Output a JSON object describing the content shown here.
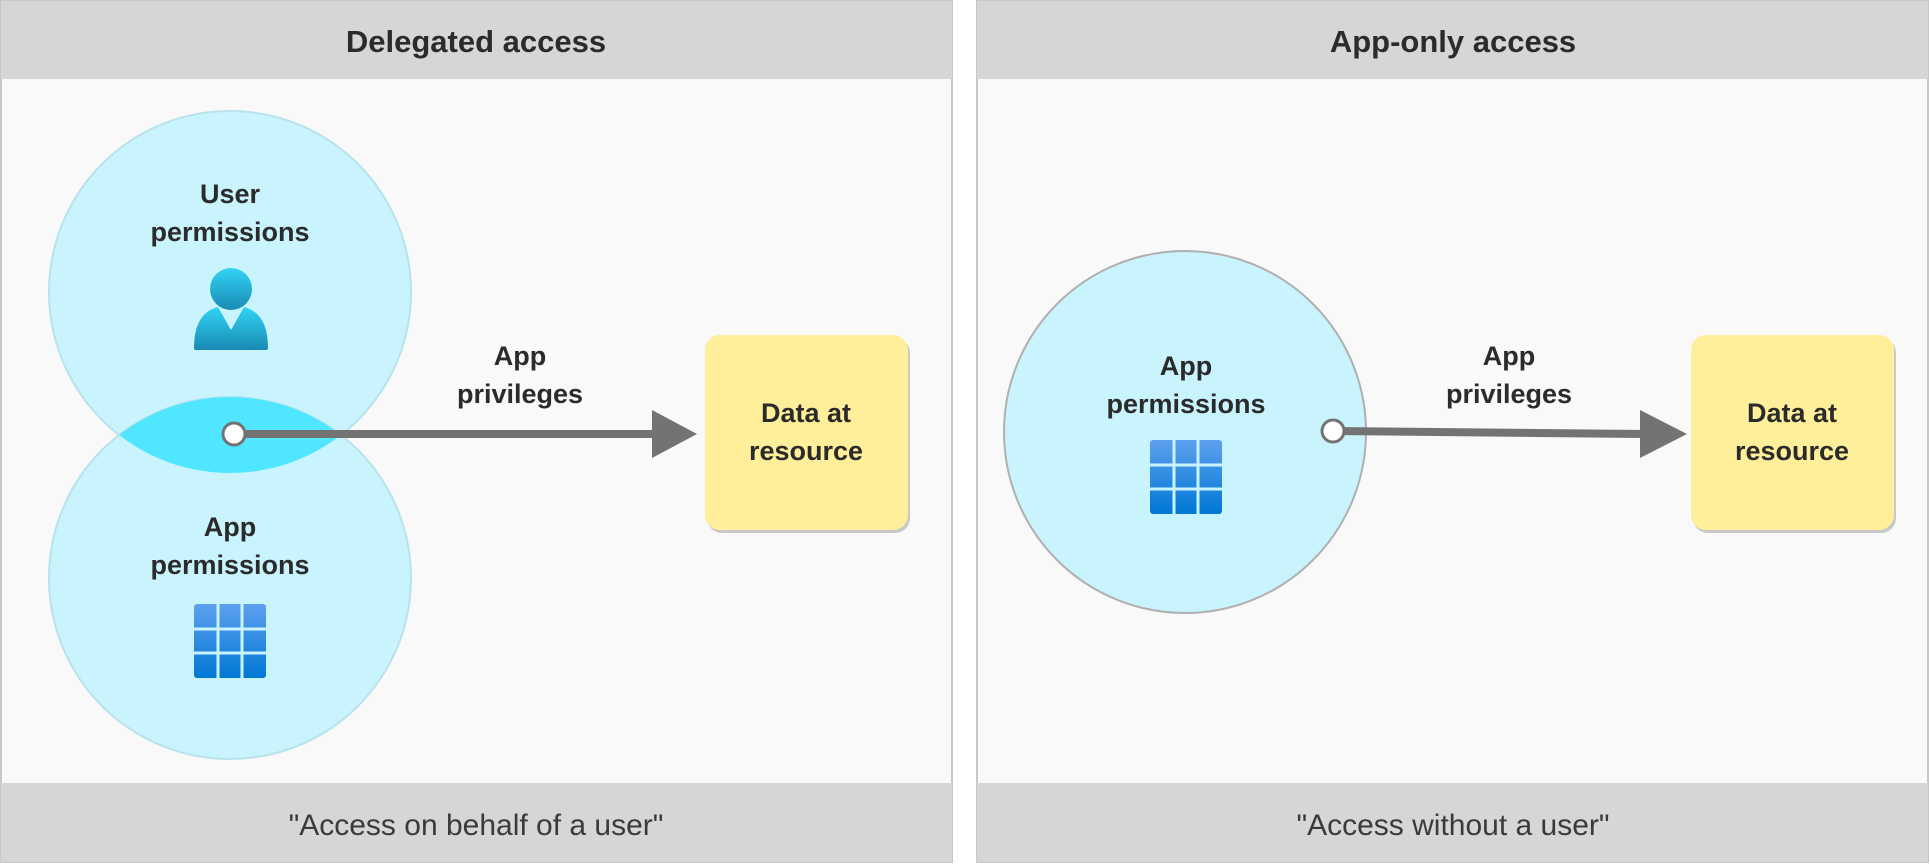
{
  "colors": {
    "header_bg": "#d6d6d6",
    "panel_bg": "#f9f9f9",
    "circle_fill": "#c9f4fd",
    "overlap_fill": "#50e6ff",
    "resource_fill": "#ffef9a",
    "arrow": "#737373"
  },
  "delegated": {
    "title": "Delegated access",
    "user_circle": {
      "line1": "User",
      "line2": "permissions",
      "icon": "user-icon"
    },
    "app_circle": {
      "line1": "App",
      "line2": "permissions",
      "icon": "app-grid-icon"
    },
    "arrow_label": {
      "line1": "App",
      "line2": "privileges"
    },
    "resource": {
      "line1": "Data at",
      "line2": "resource"
    },
    "footer": "\"Access on behalf of a user\""
  },
  "app_only": {
    "title": "App-only access",
    "app_circle": {
      "line1": "App",
      "line2": "permissions",
      "icon": "app-grid-icon"
    },
    "arrow_label": {
      "line1": "App",
      "line2": "privileges"
    },
    "resource": {
      "line1": "Data at",
      "line2": "resource"
    },
    "footer": "\"Access without a user\""
  }
}
